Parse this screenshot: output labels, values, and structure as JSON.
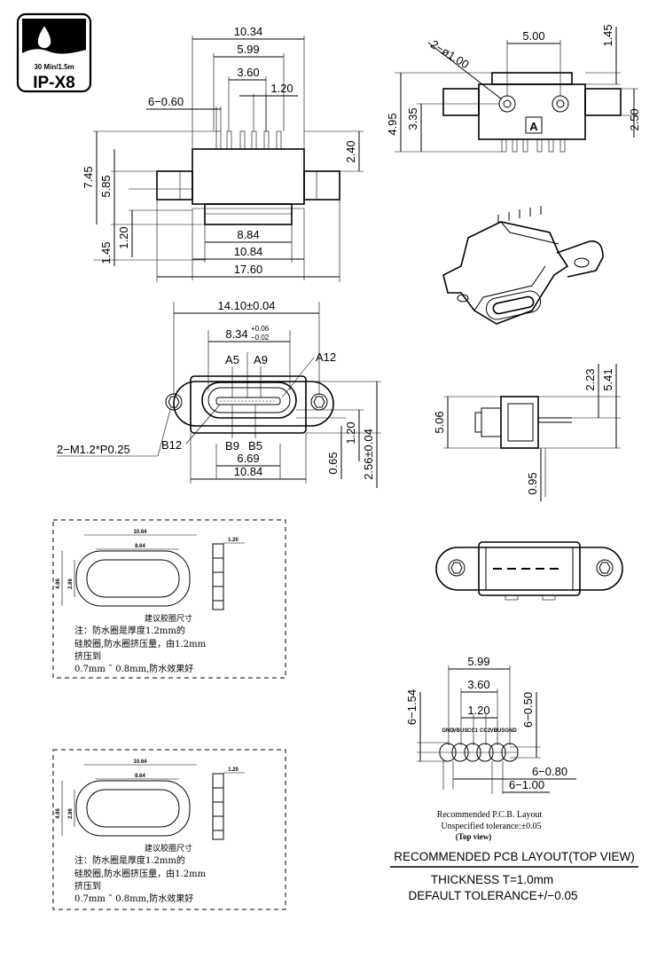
{
  "badge": {
    "rating_line": "30 Min/1.5m",
    "code": "IP-X8"
  },
  "front_view": {
    "w_10_34": "10.34",
    "w_5_99": "5.99",
    "w_3_60": "3.60",
    "w_1_20": "1.20",
    "pin_w": "6−0.60",
    "h_7_45": "7.45",
    "h_5_85": "5.85",
    "h_2_40": "2.40",
    "h_1_45": "1.45",
    "h_1_20": "1.20",
    "b_8_84": "8.84",
    "b_10_84": "10.84",
    "b_17_60": "17.60"
  },
  "side_view": {
    "hole": "2−ø1.00",
    "w_5_00": "5.00",
    "h_1_45": "1.45",
    "h_4_95": "4.95",
    "h_3_35": "3.35",
    "h_2_50": "2.50",
    "mark": "A"
  },
  "plug_face": {
    "w_14_10": "14.10±0.04",
    "w_8_34": "8.34",
    "tol_up": "+0.06",
    "tol_dn": "−0.02",
    "a5": "A5",
    "a9": "A9",
    "a12": "A12",
    "b12": "B12",
    "b9": "B9",
    "b5": "B5",
    "screw": "2−M1.2*P0.25",
    "w_6_69": "6.69",
    "w_10_84": "10.84",
    "h_0_65": "0.65",
    "h_1_20": "1.20",
    "h_2_56": "2.56±0.04"
  },
  "profile_view": {
    "h_2_23": "2.23",
    "h_5_41": "5.41",
    "h_5_06": "5.06",
    "h_0_95": "0.95"
  },
  "gasket": {
    "w_outer": "10.64",
    "w_inner": "8.64",
    "h_outer": "4.86",
    "h_inner": "2.86",
    "t": "1.20",
    "title": "建议胶圈尺寸",
    "note1": "注：防水圈是厚度1.2mm的",
    "note2": "硅胶圈,防水圈挤压量，由1.2mm",
    "note3": "挤压到",
    "note4": "0.7mm ˜ 0.8mm,防水效果好"
  },
  "pcb": {
    "w_5_99": "5.99",
    "w_3_60": "3.60",
    "w_1_20": "1.20",
    "h_1_54": "6−1.54",
    "h_0_50": "6−0.50",
    "w_0_80": "6−0.80",
    "w_1_00": "6−1.00",
    "pins": [
      "GND",
      "VBUS",
      "CC1",
      "CC2",
      "VBUS",
      "GND"
    ],
    "caption1": "Recommended P.C.B. Layout",
    "caption2": "Unspecified tolerance:±0.05",
    "caption3": "(Top view)",
    "heading": "RECOMMENDED PCB LAYOUT(TOP VIEW)",
    "thickness": "THICKNESS T=1.0mm",
    "tolerance": "DEFAULT TOLERANCE+/−0.05"
  }
}
